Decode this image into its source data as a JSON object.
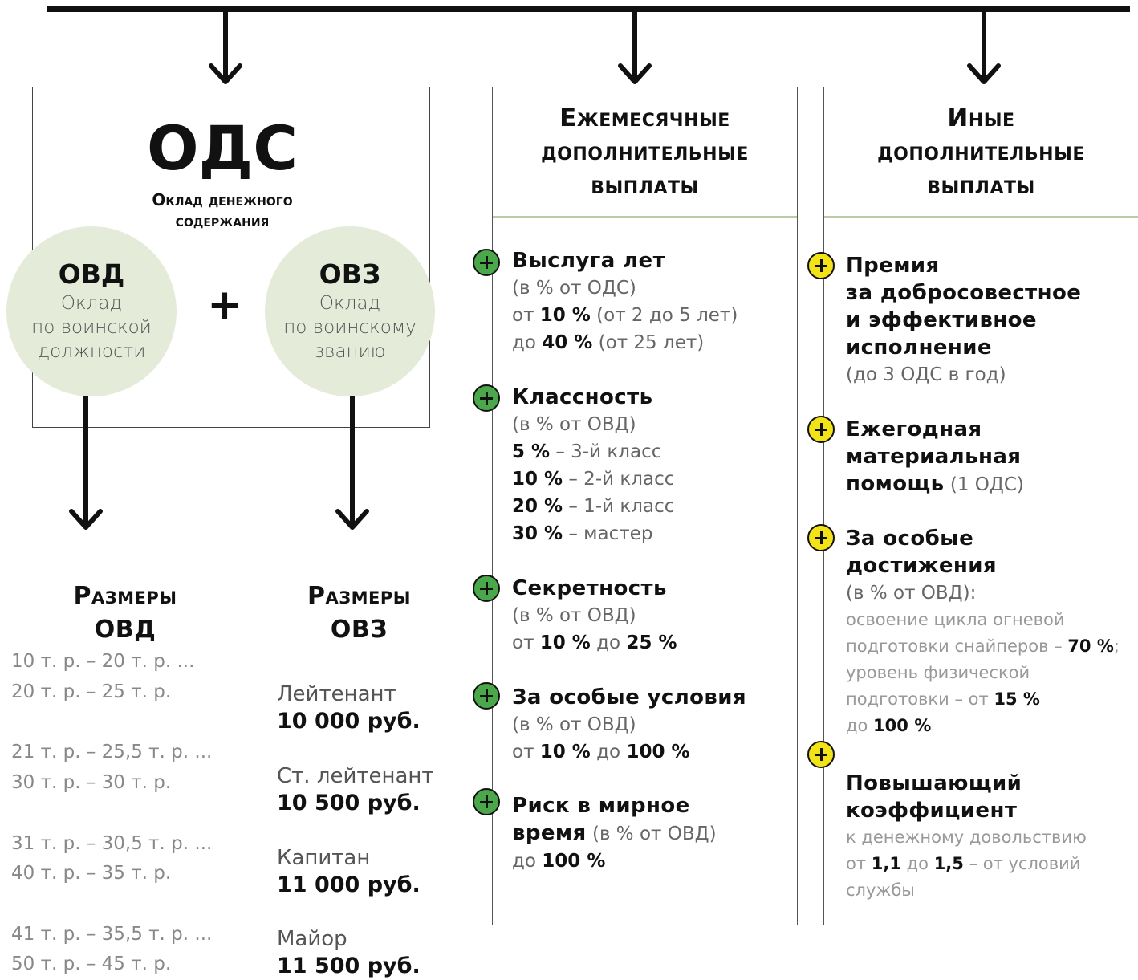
{
  "ods": {
    "title": "ОДС",
    "subtitle_line1": "Оклад денежного",
    "subtitle_line2": "содержания",
    "plus": "+",
    "ovd": {
      "title": "ОВД",
      "line1": "Оклад",
      "line2": "по воинской",
      "line3": "должности"
    },
    "ovz": {
      "title": "ОВЗ",
      "line1": "Оклад",
      "line2": "по воинскому",
      "line3": "званию"
    }
  },
  "monthly": {
    "head1": "Ежемесячные",
    "head2": "дополнительные",
    "head3": "выплаты",
    "items": [
      {
        "title": "Выслуга лет",
        "l1": "(в % от ОДС)",
        "l2a": "от ",
        "l2b": "10 %",
        "l2c": " (от 2 до 5 лет)",
        "l3a": "до ",
        "l3b": "40 %",
        "l3c": " (от 25 лет)"
      },
      {
        "title": "Классность",
        "l1": "(в % от ОВД)",
        "c1b": "5 %",
        "c1": " – 3-й класс",
        "c2b": "10 %",
        "c2": " – 2-й класс",
        "c3b": "20 %",
        "c3": " – 1-й класс",
        "c4b": "30 %",
        "c4": " – мастер"
      },
      {
        "title": "Секретность",
        "l1": "(в % от ОВД)",
        "l2a": "от ",
        "l2b": "10 %",
        "l2c": " до ",
        "l2d": "25 %"
      },
      {
        "title": "За особые условия",
        "l1": "(в % от ОВД)",
        "l2a": "от ",
        "l2b": "10 %",
        "l2c": " до ",
        "l2d": "100 %"
      },
      {
        "title1": "Риск в мирное",
        "title2": "время",
        "t2gray": " (в % от ОВД)",
        "l2a": "до ",
        "l2b": "100 %"
      }
    ]
  },
  "other": {
    "head1": "Иные",
    "head2": "дополнительные",
    "head3": "выплаты",
    "items": [
      {
        "t1": "Премия",
        "t2": "за добросовестное",
        "t3": "и эффективное",
        "t4": "исполнение",
        "g": "(до 3 ОДС в год)"
      },
      {
        "t1": "Ежегодная",
        "t2": "материальная",
        "t3": "помощь",
        "g": " (1 ОДС)"
      },
      {
        "t1": "За особые",
        "t2": "достижения",
        "g1": "(в % от ОВД):",
        "g2": "освоение цикла огневой",
        "g3": "подготовки снайперов – ",
        "b3": "70 %",
        "g3e": ";",
        "g4": "уровень физической",
        "g5": "подготовки – от ",
        "b5": "15 %",
        "g6": "до ",
        "b6": "100 %"
      },
      {
        "t1": "Повышающий",
        "t2": "коэффициент",
        "g1": "к денежному довольствию",
        "g2a": "от ",
        "b2a": "1,1",
        "g2b": " до ",
        "b2b": "1,5",
        "g2c": " – от условий",
        "g3": "службы"
      }
    ]
  },
  "sizes_ovd": {
    "head1": "Размеры",
    "head2": "ОВД",
    "rows": [
      "10 т. р. – 20 т. р. ...",
      "20 т. р. – 25 т. р.",
      "21 т. р. – 25,5 т. р. ...",
      "30 т. р. – 30 т. р.",
      "31 т. р. – 30,5 т. р. ...",
      "40 т. р. – 35 т. р.",
      "41 т. р. – 35,5 т. р. ...",
      "50 т. р. – 45 т. р."
    ]
  },
  "sizes_ovz": {
    "head1": "Размеры",
    "head2": "ОВЗ",
    "ranks": [
      {
        "rank": "Лейтенант",
        "pay": "10 000 руб."
      },
      {
        "rank": "Ст. лейтенант",
        "pay": "10 500 руб."
      },
      {
        "rank": "Капитан",
        "pay": "11 000 руб."
      },
      {
        "rank": "Майор",
        "pay": "11 500 руб."
      }
    ]
  },
  "colors": {
    "plus_green": "#4aa84a",
    "plus_yellow": "#f2e218",
    "circle_fill": "#e4ebd9",
    "divider": "#b9cca6"
  }
}
